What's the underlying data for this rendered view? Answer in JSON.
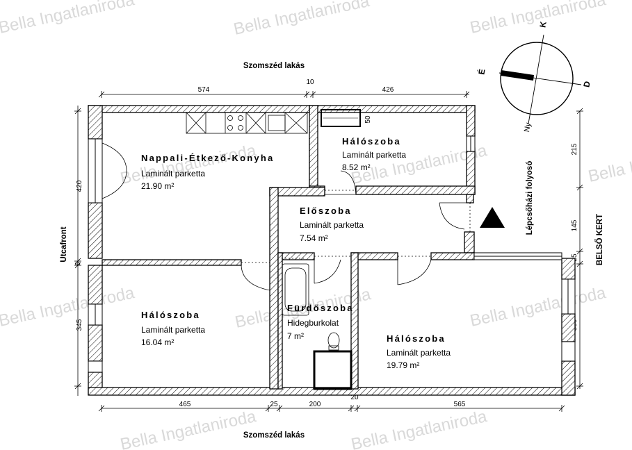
{
  "watermark": "Bella Ingatlaniroda",
  "neighbors": {
    "top": "Szomszéd lakás",
    "bottom": "Szomszéd lakás"
  },
  "sides": {
    "left": "Utcafront",
    "right_corridor": "Lépcsőházi folyosó",
    "right_garden": "BELSŐ KERT"
  },
  "compass": {
    "north": "É",
    "south": "D",
    "east": "K",
    "west": "Ny"
  },
  "rooms": [
    {
      "name": "Nappali-Étkező-Konyha",
      "floor": "Laminált parketta",
      "area": "21.90 m²"
    },
    {
      "name": "Hálószoba",
      "floor": "Laminált parketta",
      "area": "8.52 m²"
    },
    {
      "name": "Előszoba",
      "floor": "Laminált parketta",
      "area": "7.54 m²"
    },
    {
      "name": "Hálószoba",
      "floor": "Laminált parketta",
      "area": "16.04 m²"
    },
    {
      "name": "Fürdőszoba",
      "floor": "Hidegburkolat",
      "area": "7 m²"
    },
    {
      "name": "Hálószoba",
      "floor": "Laminált parketta",
      "area": "19.79 m²"
    }
  ],
  "dimensions": {
    "top": [
      "574",
      "10",
      "426"
    ],
    "bottom": [
      "465",
      "25",
      "200",
      "20",
      "565"
    ],
    "left": [
      "420",
      "6",
      "345"
    ],
    "right": [
      "215",
      "145",
      "25",
      "350"
    ],
    "wardrobe_depth": "50"
  },
  "colors": {
    "wall": "#000000",
    "hatch": "#000000",
    "compass_needle": "#000000",
    "watermark": "#d9d9d9"
  }
}
